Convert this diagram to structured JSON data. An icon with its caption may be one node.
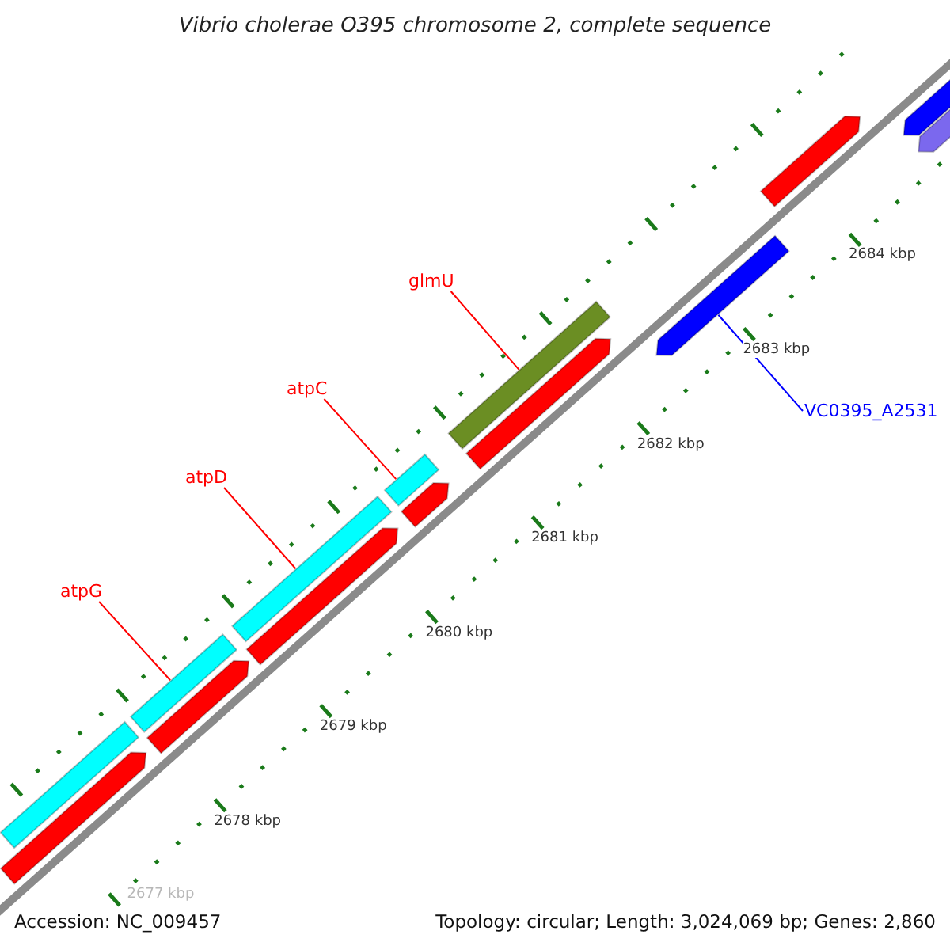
{
  "diagram": {
    "title": "Vibrio cholerae O395 chromosome 2, complete sequence",
    "nodes": [
      {
        "text": [
          "glmU"
        ]
      },
      {
        "text": [
          "atpC"
        ]
      },
      {
        "text": [
          "atpD"
        ]
      },
      {
        "text": [
          "atpG"
        ]
      },
      {
        "text": [
          "VC0395_A2531"
        ]
      },
      {
        "text": [],
        "shape": "bar"
      },
      {
        "text": [],
        "shape": "bar"
      },
      {
        "text": [],
        "shape": "bar"
      },
      {
        "text": [],
        "shape": "bar"
      },
      {
        "text": [],
        "shape": "bar"
      },
      {
        "text": [],
        "shape": "bar"
      },
      {
        "text": [],
        "shape": "bar"
      },
      {
        "text": [],
        "shape": "bar"
      },
      {
        "text": [],
        "shape": "bar"
      },
      {
        "text": [],
        "shape": "bar"
      },
      {
        "text": [],
        "shape": "bar"
      },
      {
        "text": [],
        "shape": "bar"
      },
      {
        "text": [],
        "shape": "bar"
      },
      {
        "text": [],
        "shape": "bar"
      }
    ],
    "edges": [
      {
        "from": 0,
        "to": 9,
        "arrow": "none"
      },
      {
        "from": 1,
        "to": 8,
        "arrow": "none"
      },
      {
        "from": 2,
        "to": 7,
        "arrow": "none"
      },
      {
        "from": 3,
        "to": 6,
        "arrow": "none"
      },
      {
        "from": 4,
        "to": 16,
        "arrow": "none",
        "color": "#0000ff"
      }
    ],
    "labels": [
      "2684 kbp",
      "2683 kbp",
      "2682 kbp",
      "2681 kbp",
      "2680 kbp",
      "2679 kbp",
      "2678 kbp",
      "2677 kbp",
      "Accession: NC_009457",
      "Topology: circular; Length: 3,024,069 bp; Genes: 2,860"
    ]
  }
}
